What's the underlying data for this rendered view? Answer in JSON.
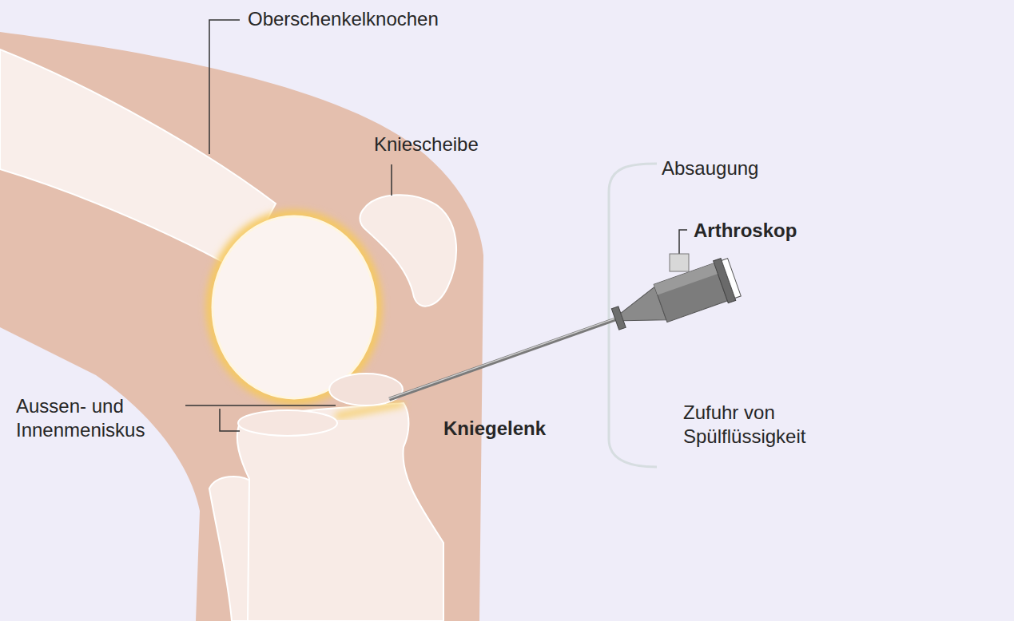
{
  "diagram": {
    "labels": [
      "Oberschenkelknochen",
      "Kniescheibe",
      "Absaugung",
      "Arthroskop",
      "Aussen- und Innenmeniskus",
      "Kniegelenk",
      "Zufuhr von Spülflüssigkeit"
    ]
  }
}
